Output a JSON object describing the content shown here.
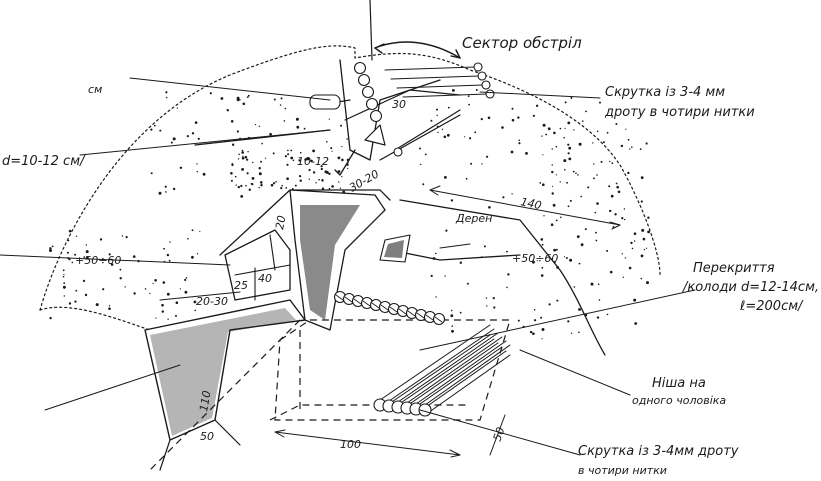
{
  "labels": {
    "sector": "Сектор обстріл",
    "wire_top_line1": "Скрутка із 3-4 мм",
    "wire_top_line2": "дроту в чотири нитки",
    "cm": "см",
    "diameter": "d=10-12 см/",
    "turf": "Дерен",
    "overlap_line1": "Перекриття",
    "overlap_line2": "/колоди d=12-14см,",
    "overlap_line3": "ℓ=200см/",
    "niche_line1": "Ніша на",
    "niche_line2": "одного чоловіка",
    "wire_bottom_line1": "Скрутка із 3-4мм дроту",
    "wire_bottom_line2": "в чотири нитки"
  },
  "dimensions": {
    "d30": "30",
    "d10_12": "10-12",
    "d30_20": "30-20",
    "d140": "140",
    "d50_60_left": "+50÷60",
    "d50_60_right": "+50÷60",
    "d20_30": "20-30",
    "d25": "25",
    "d40": "40",
    "d20": "20",
    "d50_bottom": "50",
    "d100": "100",
    "d50_right": "50",
    "d110": "110"
  }
}
